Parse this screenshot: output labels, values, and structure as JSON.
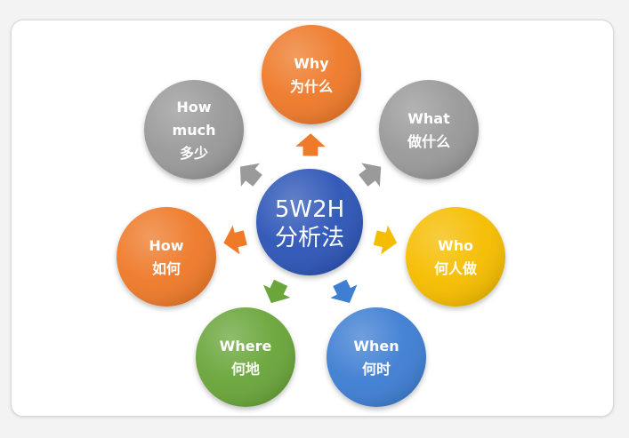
{
  "diagram": {
    "center": {
      "title": "5W2H",
      "subtitle": "分析法",
      "color": "#2f57b7"
    },
    "nodes": [
      {
        "id": "why",
        "lines": [
          "Why",
          "为什么"
        ],
        "color": "#ee7a2a"
      },
      {
        "id": "what",
        "lines": [
          "What",
          "做什么"
        ],
        "color": "#9a9a9a"
      },
      {
        "id": "who",
        "lines": [
          "Who",
          "何人做"
        ],
        "color": "#f5bd00"
      },
      {
        "id": "when",
        "lines": [
          "When",
          "何时"
        ],
        "color": "#3f7fd3"
      },
      {
        "id": "where",
        "lines": [
          "Where",
          "何地"
        ],
        "color": "#6aa63a"
      },
      {
        "id": "how",
        "lines": [
          "How",
          "如何"
        ],
        "color": "#ee7a2a"
      },
      {
        "id": "how-much",
        "lines": [
          "How",
          "much",
          "多少"
        ],
        "color": "#9a9a9a"
      }
    ],
    "arrow_icon": "arrow-icon"
  }
}
